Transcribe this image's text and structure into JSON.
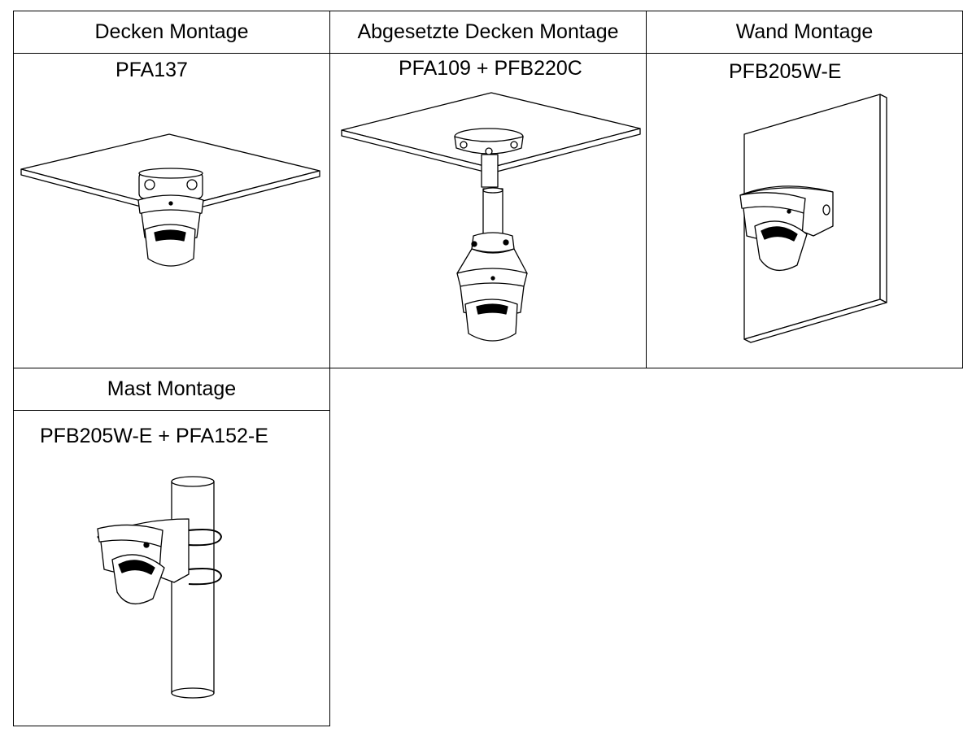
{
  "mounts": [
    {
      "title": "Decken Montage",
      "model": "PFA137",
      "illustration": "ceiling-mount-illustration"
    },
    {
      "title": "Abgesetzte Decken Montage",
      "model": "PFA109 + PFB220C",
      "illustration": "pendant-mount-illustration"
    },
    {
      "title": "Wand Montage",
      "model": "PFB205W-E",
      "illustration": "wall-mount-illustration"
    },
    {
      "title": "Mast Montage",
      "model": "PFB205W-E + PFA152-E",
      "illustration": "pole-mount-illustration"
    }
  ]
}
